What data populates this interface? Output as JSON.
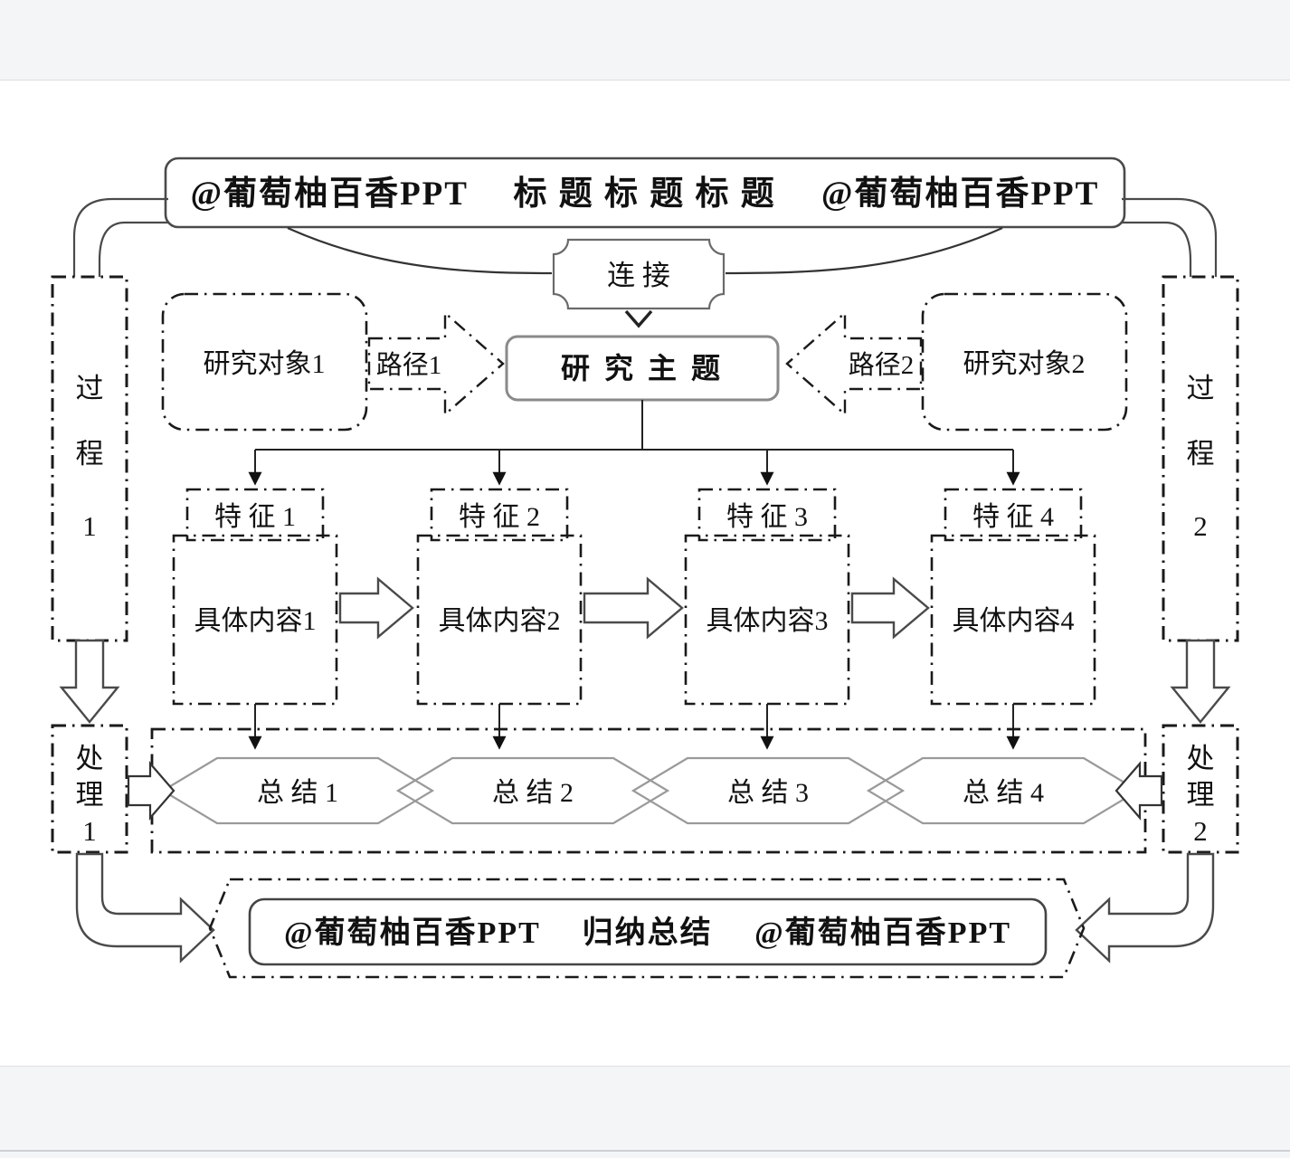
{
  "diagram": {
    "top_banner": "@葡萄柚百香PPT　 标 题 标 题 标  题 　@葡萄柚百香PPT",
    "connect_label": "连  接",
    "research_theme": "研 究 主 题",
    "research_object_1": "研究对象1",
    "research_object_2": "研究对象2",
    "path_1": "路径1",
    "path_2": "路径2",
    "process_1": {
      "l1": "过",
      "l2": "程",
      "l3": "1"
    },
    "process_2": {
      "l1": "过",
      "l2": "程",
      "l3": "2"
    },
    "features": [
      {
        "label": "特 征 1",
        "content": "具体内容1"
      },
      {
        "label": "特 征 2",
        "content": "具体内容2"
      },
      {
        "label": "特 征 3",
        "content": "具体内容3"
      },
      {
        "label": "特 征 4",
        "content": "具体内容4"
      }
    ],
    "summaries": [
      "总 结 1",
      "总 结 2",
      "总 结 3",
      "总 结 4"
    ],
    "handle_1": {
      "l1": "处",
      "l2": "理",
      "l3": "1"
    },
    "handle_2": {
      "l1": "处",
      "l2": "理",
      "l3": "2"
    },
    "bottom_banner": "@葡萄柚百香PPT　 归纳总结 　@葡萄柚百香PPT",
    "colors": {
      "line_dark": "#1a1a1a",
      "line_gray": "#4a4a4a",
      "hex_gray": "#9a9a9a",
      "band": "#f4f5f7"
    }
  }
}
